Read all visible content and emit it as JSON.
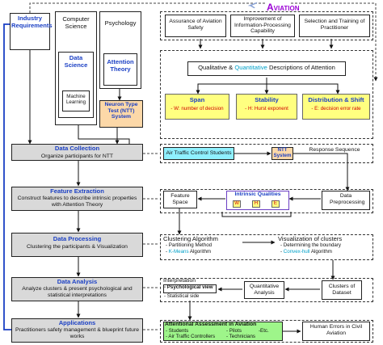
{
  "aviation": {
    "title": "Aviation",
    "top_boxes": [
      "Assurance of Aviation Safety",
      "Improvement of Information-Processing Capability",
      "Selection and Training of Practitioner"
    ]
  },
  "sources": {
    "industry": "Industry Requirements",
    "computer_science": "Computer Science",
    "data_science": "Data Science",
    "machine_learning": "Machine Learning",
    "psychology": "Psychology",
    "attention_theory": "Attention Theory",
    "ntt": "Neuron Type Test (NTT) System"
  },
  "qualitative": {
    "title_a": "Qualitative & ",
    "title_b": "Quantitative",
    "title_c": " Descriptions of Attention",
    "span_title": "Span",
    "span_symbol": "W",
    "span_desc": ": number of decision",
    "stability_title": "Stability",
    "stability_symbol": "H",
    "stability_desc": ": Hurst exponent",
    "distribution_title": "Distribution & Shift",
    "distribution_symbol": "E",
    "distribution_desc": ": decision error rate"
  },
  "steps": [
    {
      "title": "Data Collection",
      "desc": "Organize participants for NTT"
    },
    {
      "title": "Feature Extraction",
      "desc": "Construct features to describe intrinsic properties with Attention Theory"
    },
    {
      "title": "Data Processing",
      "desc": "Clustering the participants & Visualization"
    },
    {
      "title": "Data Analysis",
      "desc": "Analyze clusters & present psychological and statistical interpretations"
    },
    {
      "title": "Applications",
      "desc": "Practitioners safety management & blueprint future works"
    }
  ],
  "collection": {
    "students": "Air Traffic Control Students",
    "ntt_system": "NTT System",
    "response": "Response Sequence"
  },
  "features": {
    "feature_space": "Feature Space",
    "intrinsic": "Intrinsic Qualities",
    "w": "W",
    "h": "H",
    "e": "E",
    "preprocessing": "Data Preprocessing"
  },
  "processing": {
    "clustering": "Clustering Algorithm",
    "partitioning": "- Partitioning Method",
    "kmeans_prefix": "- ",
    "kmeans": "K-Means",
    "kmeans_suffix": " Algorithm",
    "visualization": "Visualization of clusters",
    "boundary": "- Determining the boundary",
    "convex_prefix": "- ",
    "convex": "Convex-hull",
    "convex_suffix": " Algorithm"
  },
  "analysis": {
    "interpretation": "Interpretation",
    "psych": "- Psychological view",
    "stat": "- Statistical side",
    "quant": "Quantitative Analysis",
    "clusters": "Clusters of Dataset"
  },
  "applications": {
    "assessment": "Attentional Assessment in Aviation",
    "students": "- Students",
    "pilots": "- Pilots",
    "etc": "-Etc.",
    "controllers": "- Air Traffic Controllers",
    "technicians": "- Technicians",
    "human_errors": "Human Errors in Civil Aviation"
  },
  "colors": {
    "accent_purple": "#9b00d6",
    "blue": "#1a3fc4",
    "yellow": "#ffff80",
    "cyan_box": "#8ff0ff",
    "orange": "#fcd8a8",
    "green": "#9ef58a",
    "red": "#d10000"
  },
  "icons": [
    "small-airplane-icon"
  ]
}
